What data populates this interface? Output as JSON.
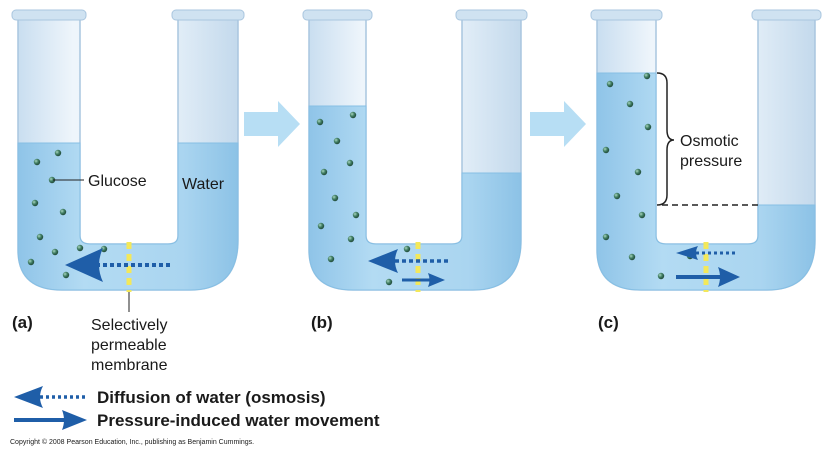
{
  "panels": [
    {
      "id": "a",
      "label": "(a)",
      "callouts": {
        "glucose": "Glucose",
        "water": "Water",
        "membrane": [
          "Selectively",
          "permeable",
          "membrane"
        ]
      }
    },
    {
      "id": "b",
      "label": "(b)"
    },
    {
      "id": "c",
      "label": "(c)",
      "callouts": {
        "osmotic": [
          "Osmotic",
          "pressure"
        ]
      }
    }
  ],
  "legend": {
    "osmosis": "Diffusion of water (osmosis)",
    "pressure": "Pressure-induced water movement"
  },
  "copyright": "Copyright © 2008 Pearson Education, Inc., publishing as Benjamin Cummings.",
  "colors": {
    "tube_glass": "#dbeaf6",
    "tube_rim": "#c4dcef",
    "water": "#a9d3ef",
    "water_edge": "#86bfe4",
    "glucose": "#3f7d63",
    "membrane": "#f3e85a",
    "arrow": "#1f5ea8",
    "step_arrow": "#b7def4"
  }
}
